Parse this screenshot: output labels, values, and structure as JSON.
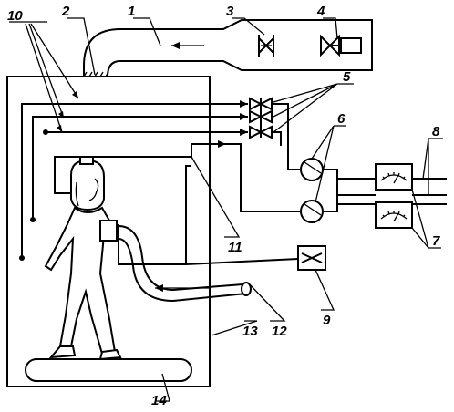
{
  "labels": {
    "l1": "1",
    "l2": "2",
    "l3": "3",
    "l4": "4",
    "l5": "5",
    "l6": "6",
    "l7": "7",
    "l8": "8",
    "l9": "9",
    "l10": "10",
    "l11": "11",
    "l12": "12",
    "l13": "13",
    "l14": "14"
  },
  "icons": {
    "fan": "fan-icon",
    "heater": "heater-icon",
    "valve": "valve-icon",
    "pump": "pump-icon",
    "gauge": "gauge-icon",
    "flowmeter": "flowmeter-icon",
    "person": "person-in-protective-suit-icon",
    "treadmill": "treadmill-icon"
  }
}
